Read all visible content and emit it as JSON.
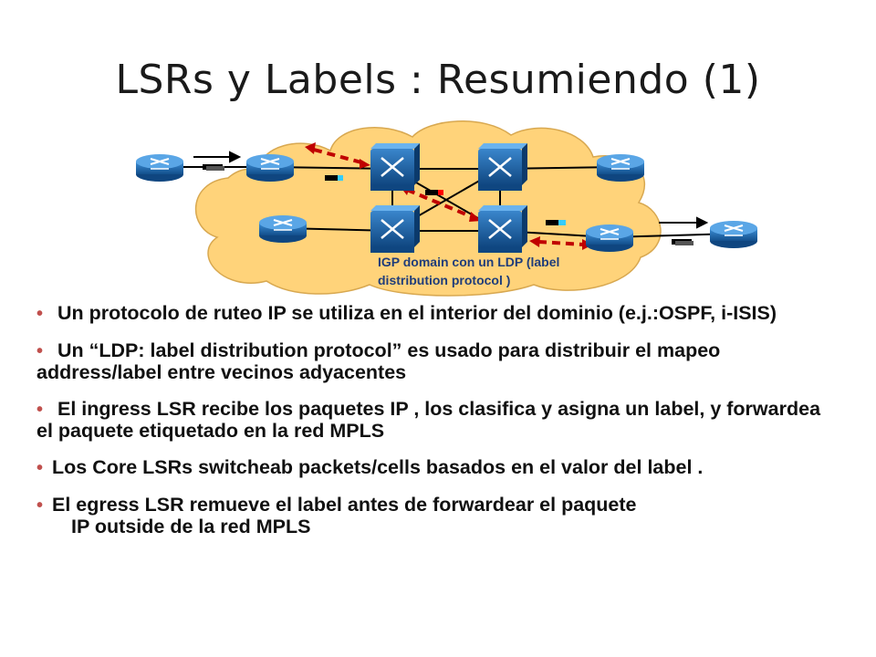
{
  "slide": {
    "title": "LSRs y Labels : Resumiendo (1)"
  },
  "diagram": {
    "cloud_label_line1": "IGP domain con un LDP (label",
    "cloud_label_line2": "distribution protocol )",
    "cloud_color": "#ffd37a",
    "router_color": "#1e6fb8",
    "label_red": "#ff0000",
    "label_cyan": "#33ccff",
    "arrow_color": "#c00000"
  },
  "bullets": [
    {
      "text": "  Un protocolo de ruteo IP se utiliza en el interior del dominio (e.j.:OSPF, i-ISIS)"
    },
    {
      "text": "  Un “LDP: label distribution protocol” es usado para distribuir el mapeo address/label  entre vecinos  adyacentes"
    },
    {
      "text": "  El ingress LSR recibe los paquetes IP , los clasifica y asigna un label, y  forwardea el paquete etiquetado en la red MPLS"
    },
    {
      "text": "Los Core LSRs switcheab  packets/cells basados en el valor del label ."
    },
    {
      "text": "El egress LSR remueve el  label antes de  forwardear el paquete",
      "text2": "IP outside de la red MPLS"
    }
  ]
}
